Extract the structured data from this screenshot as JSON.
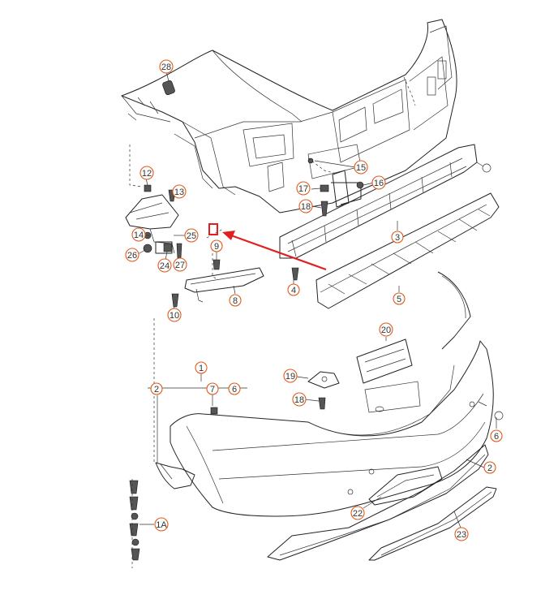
{
  "diagram": {
    "callouts": [
      {
        "id": "c28",
        "label": "28"
      },
      {
        "id": "c12",
        "label": "12"
      },
      {
        "id": "c13",
        "label": "13"
      },
      {
        "id": "c14",
        "label": "14"
      },
      {
        "id": "c25",
        "label": "25"
      },
      {
        "id": "c26",
        "label": "26"
      },
      {
        "id": "c24",
        "label": "24"
      },
      {
        "id": "c27",
        "label": "27"
      },
      {
        "id": "c9",
        "label": "9"
      },
      {
        "id": "c10",
        "label": "10"
      },
      {
        "id": "c8",
        "label": "8"
      },
      {
        "id": "c15",
        "label": "15"
      },
      {
        "id": "c16",
        "label": "16"
      },
      {
        "id": "c17",
        "label": "17"
      },
      {
        "id": "c18a",
        "label": "18"
      },
      {
        "id": "c3",
        "label": "3"
      },
      {
        "id": "c4",
        "label": "4"
      },
      {
        "id": "c5",
        "label": "5"
      },
      {
        "id": "c20",
        "label": "20"
      },
      {
        "id": "c19",
        "label": "19"
      },
      {
        "id": "c18b",
        "label": "18"
      },
      {
        "id": "c1",
        "label": "1"
      },
      {
        "id": "c2a",
        "label": "2"
      },
      {
        "id": "c7",
        "label": "7"
      },
      {
        "id": "c6a",
        "label": "6"
      },
      {
        "id": "c6b",
        "label": "6"
      },
      {
        "id": "c2b",
        "label": "2"
      },
      {
        "id": "c22",
        "label": "22"
      },
      {
        "id": "c23",
        "label": "23"
      },
      {
        "id": "c1A",
        "label": "1A"
      }
    ],
    "highlight_color": "#e02020",
    "callout_color": "#e05a1a",
    "line_color": "#222222"
  }
}
